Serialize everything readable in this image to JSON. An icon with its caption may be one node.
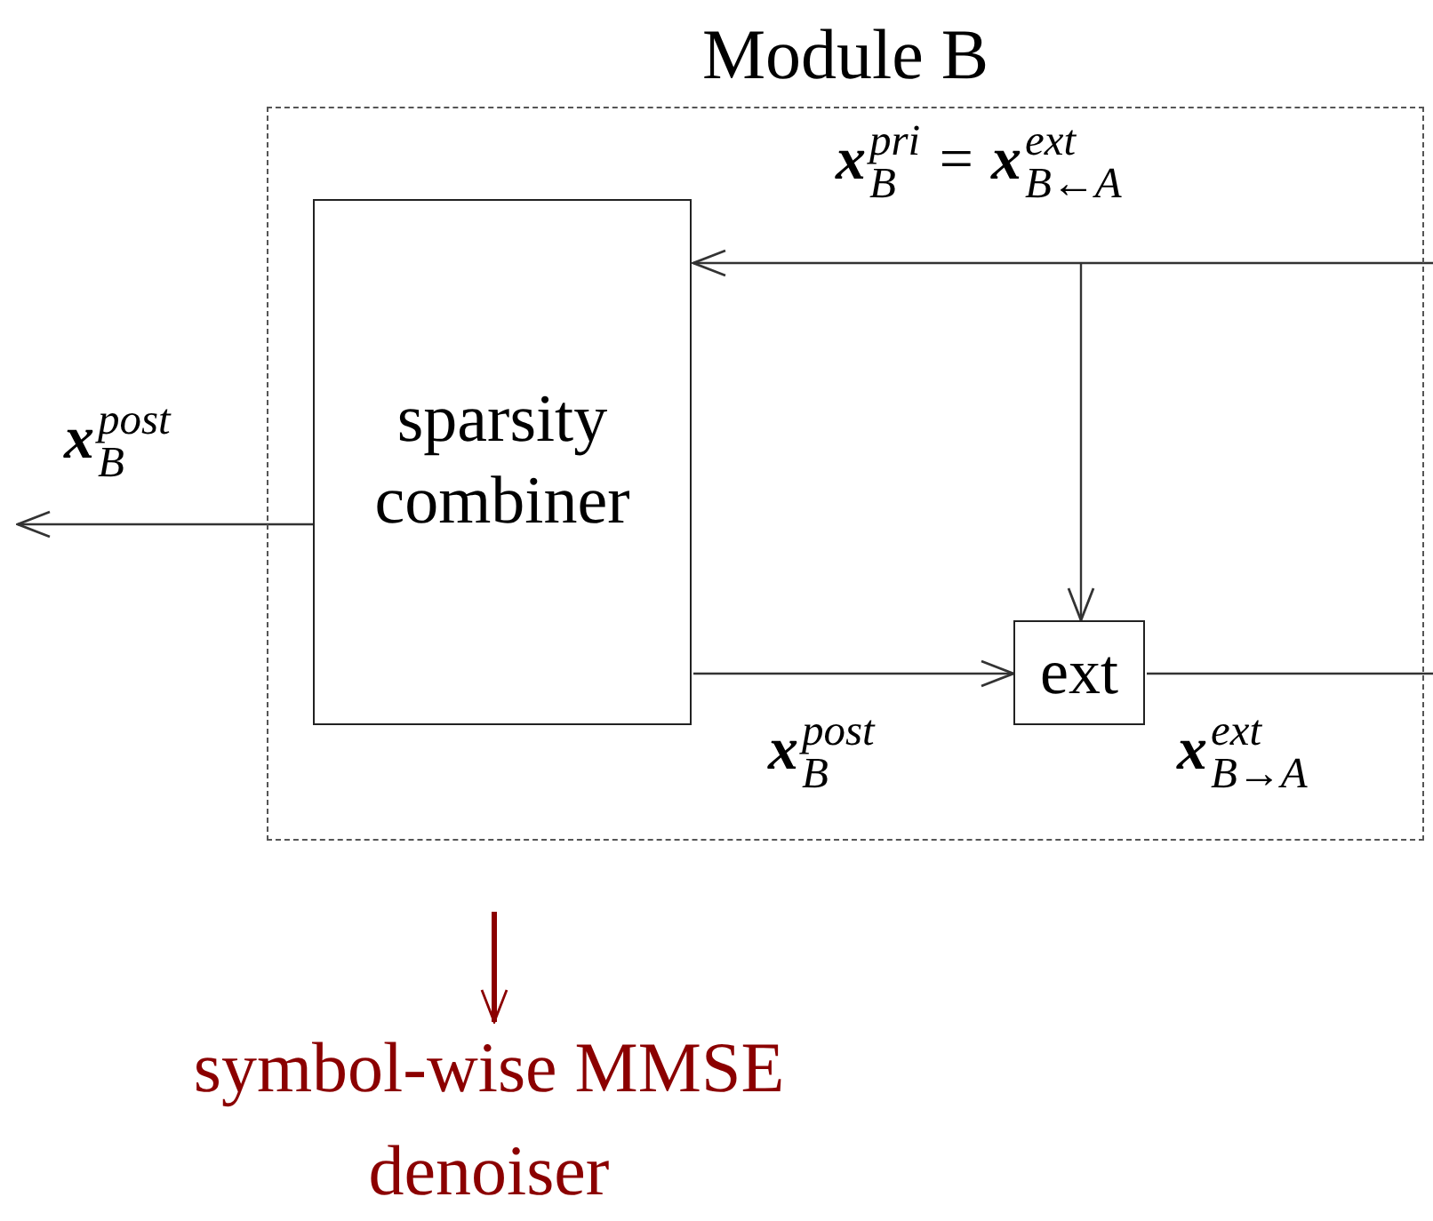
{
  "diagram": {
    "nodes": [
      {
        "text": [
          "Module B"
        ]
      },
      {
        "text": [
          "sparsity combiner"
        ],
        "in": 0
      },
      {
        "text": [
          "ext"
        ],
        "in": 0
      },
      {
        "text": [
          "symbol-wise MMSE denoiser"
        ]
      }
    ],
    "edges": [
      {
        "from": null,
        "to": 1,
        "arrow": "to",
        "label": "**x**$^{pri}$$_{B}$ = **x**$^{ext}$$_{B←A}$"
      },
      {
        "from": null,
        "to": 2,
        "arrow": "to"
      },
      {
        "from": 1,
        "to": 2,
        "arrow": "to",
        "label": "**x**$^{post}$$_{B}$"
      },
      {
        "from": 2,
        "to": null,
        "arrow": "none",
        "label": "**x**$^{ext}$$_{B→A}$"
      },
      {
        "from": 1,
        "to": null,
        "arrow": "to",
        "label": "**x**$^{post}$$_{B}$"
      },
      {
        "from": null,
        "to": 3,
        "arrow": "to",
        "style": "thick",
        "color": "#8b0000"
      }
    ]
  }
}
